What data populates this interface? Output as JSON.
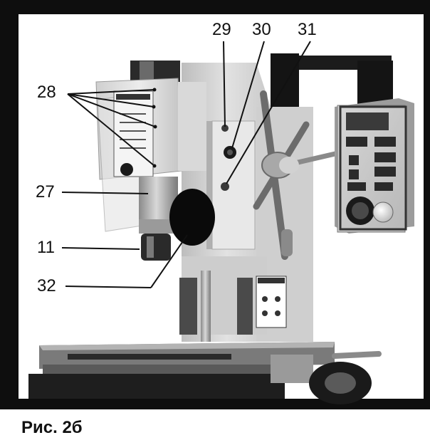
{
  "figure": {
    "caption": "Рис. 2б",
    "callouts": [
      "28",
      "27",
      "11",
      "32",
      "29",
      "30",
      "31"
    ]
  },
  "colors": {
    "frame_dark": "#0e0e0e",
    "column_light": "#d7d7d7",
    "panel_gray": "#c7c7c7",
    "label_ink": "#111111"
  }
}
